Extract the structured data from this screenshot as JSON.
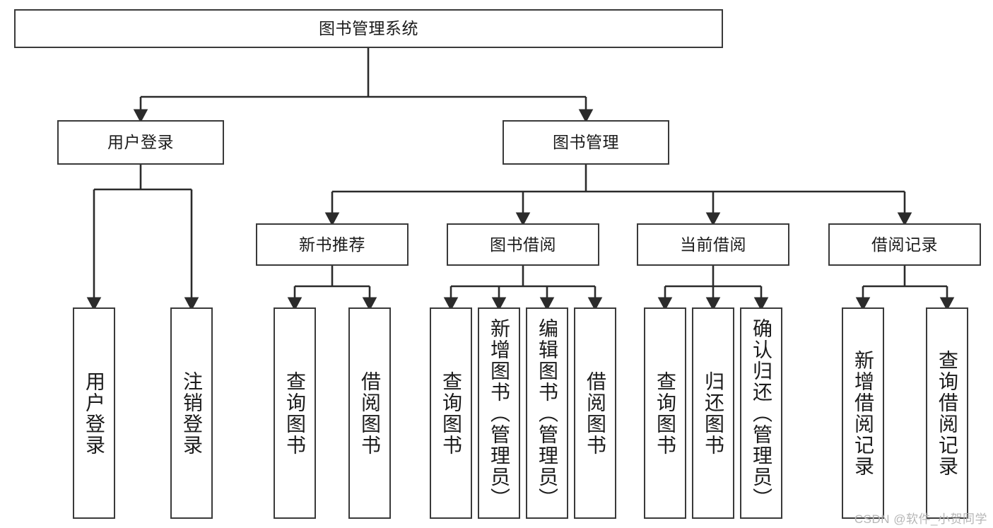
{
  "diagram": {
    "title": "图书管理系统",
    "type": "tree",
    "root": {
      "label": "图书管理系统"
    },
    "level2": [
      {
        "label": "用户登录"
      },
      {
        "label": "图书管理"
      }
    ],
    "level3": [
      {
        "label": "新书推荐"
      },
      {
        "label": "图书借阅"
      },
      {
        "label": "当前借阅"
      },
      {
        "label": "借阅记录"
      }
    ],
    "leaves": {
      "user_login": [
        {
          "label": "用户登录"
        },
        {
          "label": "注销登录"
        }
      ],
      "new_book_recommend": [
        {
          "label": "查询图书"
        },
        {
          "label": "借阅图书"
        }
      ],
      "book_borrow": [
        {
          "label": "查询图书"
        },
        {
          "label": "新增图书（管理员）"
        },
        {
          "label": "编辑图书（管理员）"
        },
        {
          "label": "借阅图书"
        }
      ],
      "current_borrow": [
        {
          "label": "查询图书"
        },
        {
          "label": "归还图书"
        },
        {
          "label": "确认归还（管理员）"
        }
      ],
      "borrow_record": [
        {
          "label": "新增借阅记录"
        },
        {
          "label": "查询借阅记录"
        }
      ]
    }
  },
  "watermark": {
    "text": "CSDN @软件_小贺同学"
  },
  "colors": {
    "border": "#3a3a3a",
    "line": "#2b2b2b",
    "text": "#1b1b1b",
    "background": "#ffffff",
    "watermark": "#b6b6b6"
  }
}
